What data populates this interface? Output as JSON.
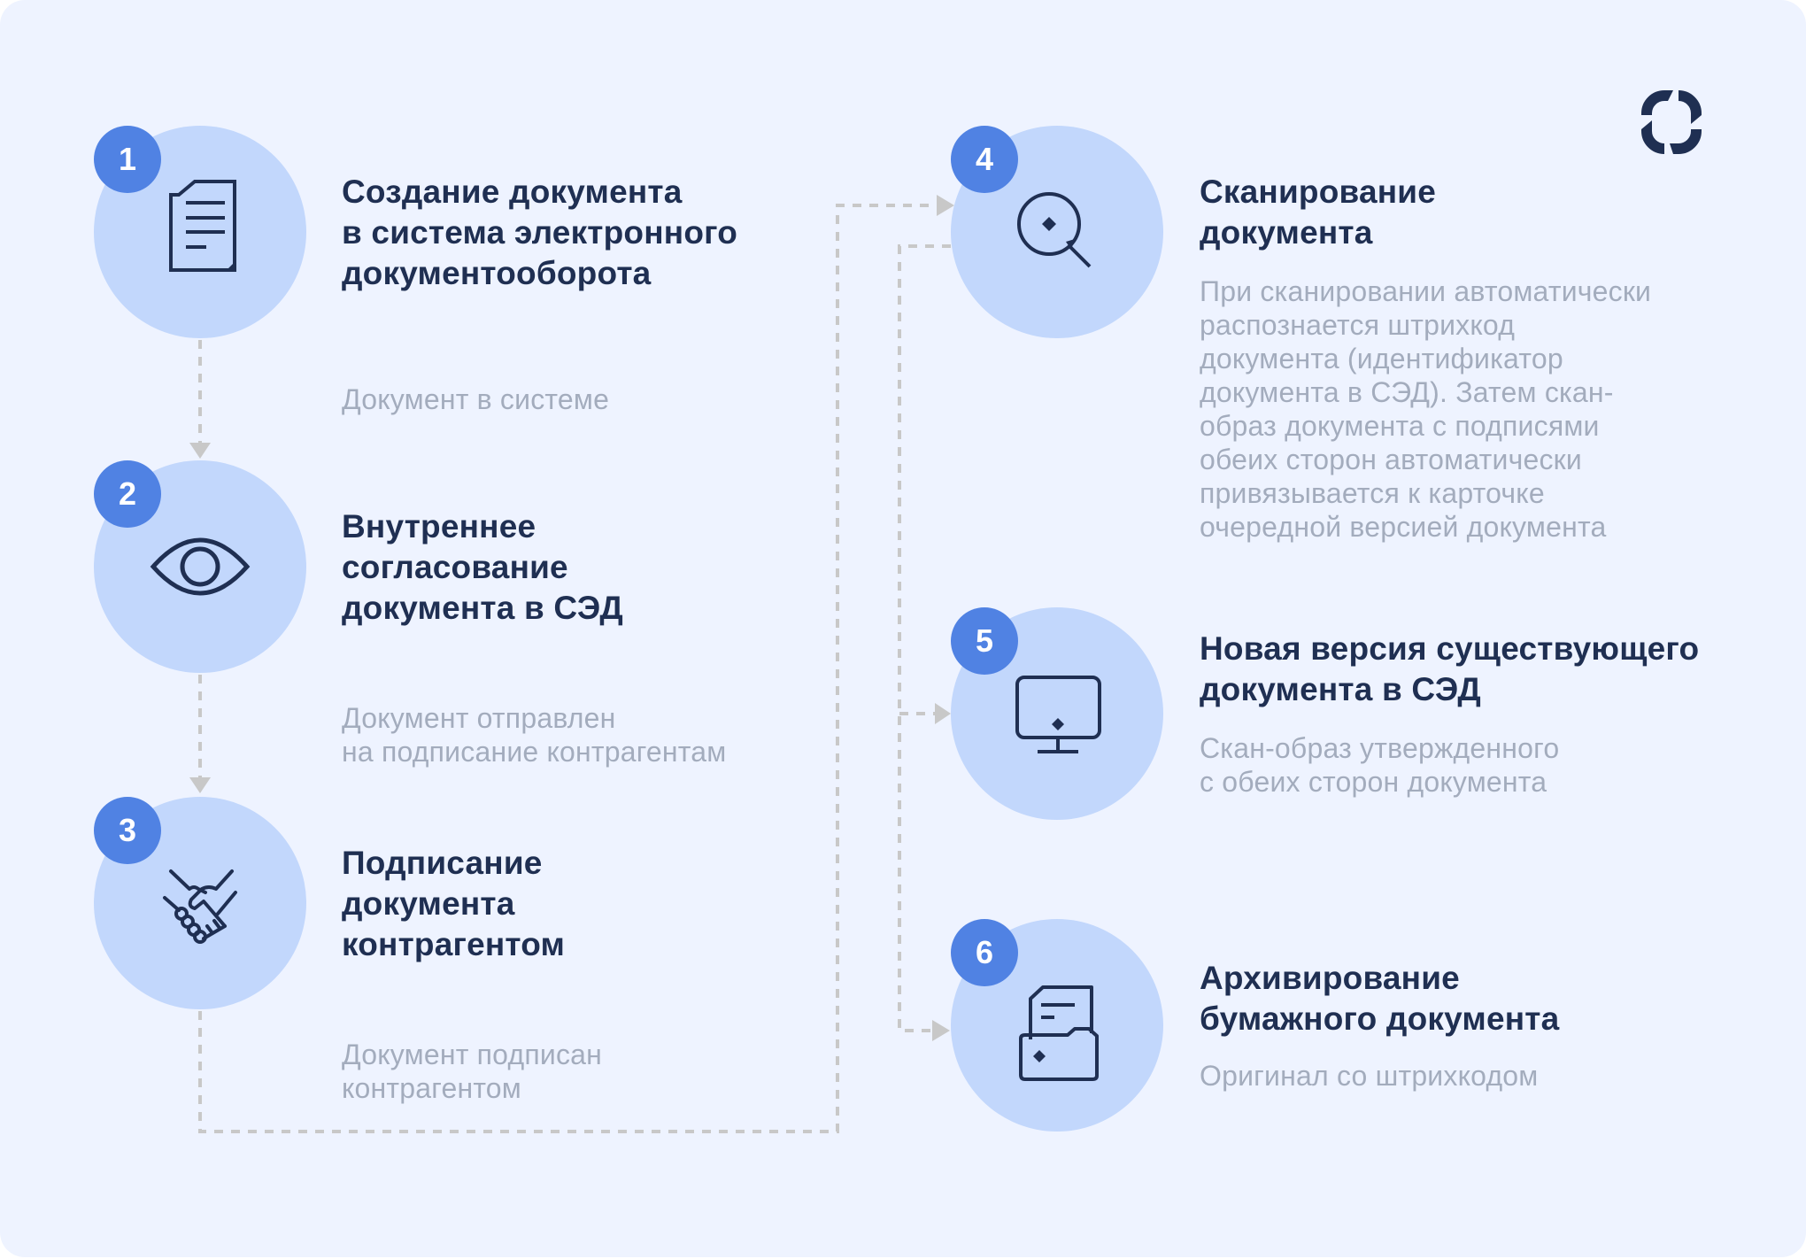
{
  "colors": {
    "background": "#EEF3FF",
    "circle": "#C2D7FC",
    "badge": "#5082E3",
    "title": "#1F2F52",
    "description": "#A3ACBD",
    "connector": "#C8C8C8"
  },
  "logo": {
    "icon": "brand-logo-icon"
  },
  "steps": [
    {
      "number": "1",
      "icon": "document-icon",
      "title": [
        "Создание документа",
        "в система электронного",
        "документооборота"
      ]
    },
    {
      "number": "2",
      "icon": "eye-icon",
      "title": [
        "Внутреннее",
        "согласование",
        "документа в СЭД"
      ]
    },
    {
      "number": "3",
      "icon": "handshake-icon",
      "title": [
        "Подписание",
        "документа",
        "контрагентом"
      ]
    },
    {
      "number": "4",
      "icon": "magnifier-icon",
      "title": [
        "Сканирование",
        "документа"
      ],
      "description": [
        "При сканировании автоматически",
        "распознается штрихкод",
        "документа (идентификатор",
        "документа в СЭД). Затем скан-",
        "образ документа с подписями",
        "обеих сторон автоматически",
        "привязывается к карточке",
        "очередной версией документа"
      ]
    },
    {
      "number": "5",
      "icon": "monitor-icon",
      "title": [
        "Новая версия существующего",
        "документа в СЭД"
      ],
      "description": [
        "Скан-образ утвержденного",
        "с обеих сторон документа"
      ]
    },
    {
      "number": "6",
      "icon": "archive-folder-icon",
      "title": [
        "Архивирование",
        "бумажного документа"
      ],
      "description": [
        "Оригинал со штрихкодом"
      ]
    }
  ],
  "transitions": [
    {
      "from": "1",
      "to": "2",
      "label": [
        "Документ в системе"
      ]
    },
    {
      "from": "2",
      "to": "3",
      "label": [
        "Документ отправлен",
        "на подписание контрагентам"
      ]
    },
    {
      "from": "3",
      "to": "4",
      "label": [
        "Документ подписан",
        "контрагентом"
      ]
    }
  ]
}
